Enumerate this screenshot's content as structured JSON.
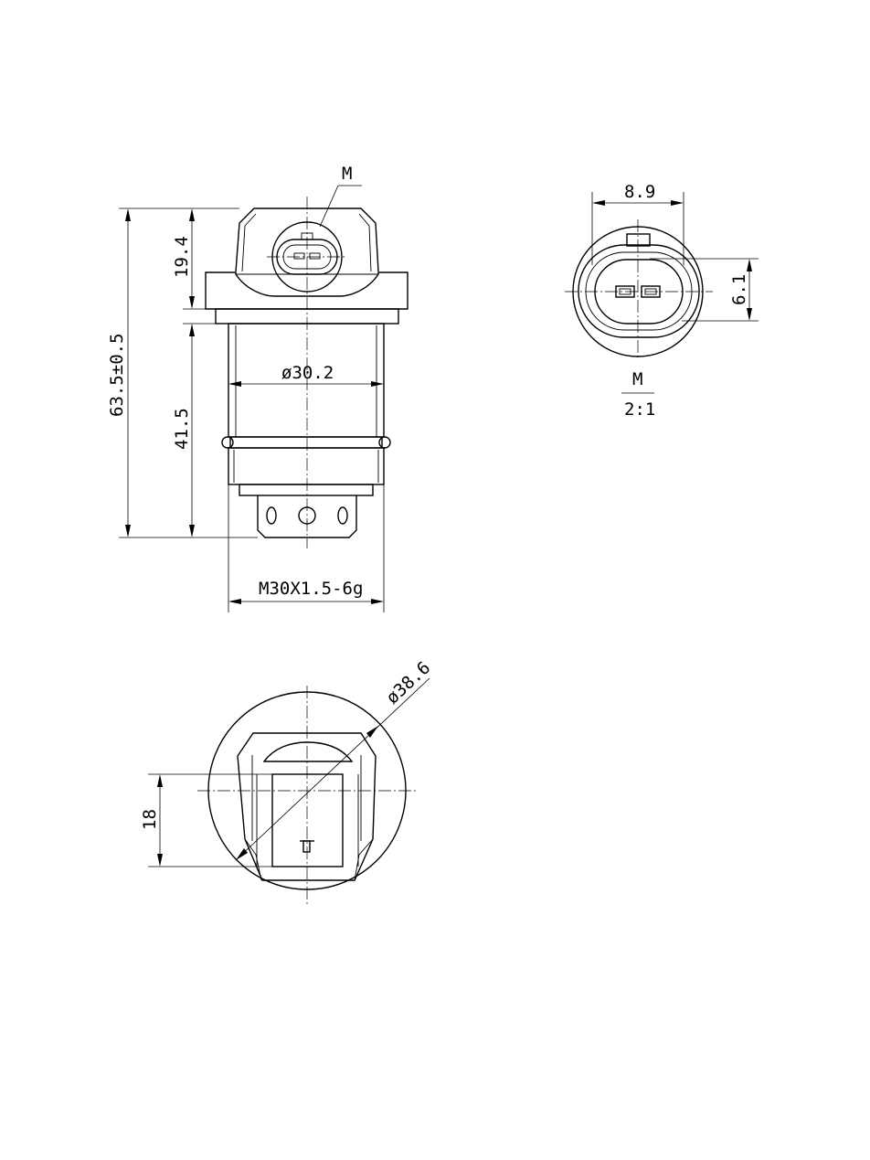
{
  "front_view": {
    "detail_label": "M",
    "dim_height_connector": "19.4",
    "dim_total_length": "63.5±0.5",
    "dim_body_length": "41.5",
    "dim_body_diameter": "ø30.2",
    "dim_thread": "M30X1.5-6g"
  },
  "detail_view": {
    "dim_width": "8.9",
    "dim_height": "6.1",
    "label_name": "M",
    "label_scale": "2:1"
  },
  "bottom_view": {
    "dim_diameter": "ø38.6",
    "dim_height": "18"
  }
}
